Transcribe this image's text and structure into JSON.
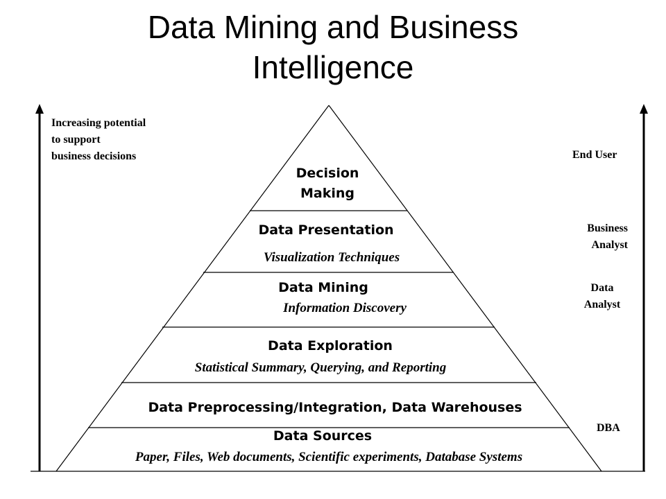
{
  "title": {
    "line1": "Data Mining and Business",
    "line2": "Intelligence"
  },
  "left_axis": {
    "label_line1": "Increasing potential",
    "label_line2": "to support",
    "label_line3": "business decisions"
  },
  "pyramid": {
    "levels": [
      {
        "title_line1": "Decision",
        "title_line2": "Making"
      },
      {
        "title": "Data Presentation",
        "subtitle": "Visualization Techniques"
      },
      {
        "title": "Data Mining",
        "subtitle": "Information Discovery"
      },
      {
        "title": "Data Exploration",
        "subtitle": "Statistical Summary, Querying, and Reporting"
      },
      {
        "title": "Data Preprocessing/Integration, Data Warehouses"
      },
      {
        "title": "Data Sources",
        "subtitle": "Paper, Files, Web documents, Scientific experiments, Database Systems"
      }
    ]
  },
  "roles": {
    "end_user": "End User",
    "business_analyst_line1": "Business",
    "business_analyst_line2": "Analyst",
    "data_analyst_line1": "Data",
    "data_analyst_line2": "Analyst",
    "dba": "DBA"
  },
  "colors": {
    "ink": "#000000",
    "background": "#ffffff"
  }
}
